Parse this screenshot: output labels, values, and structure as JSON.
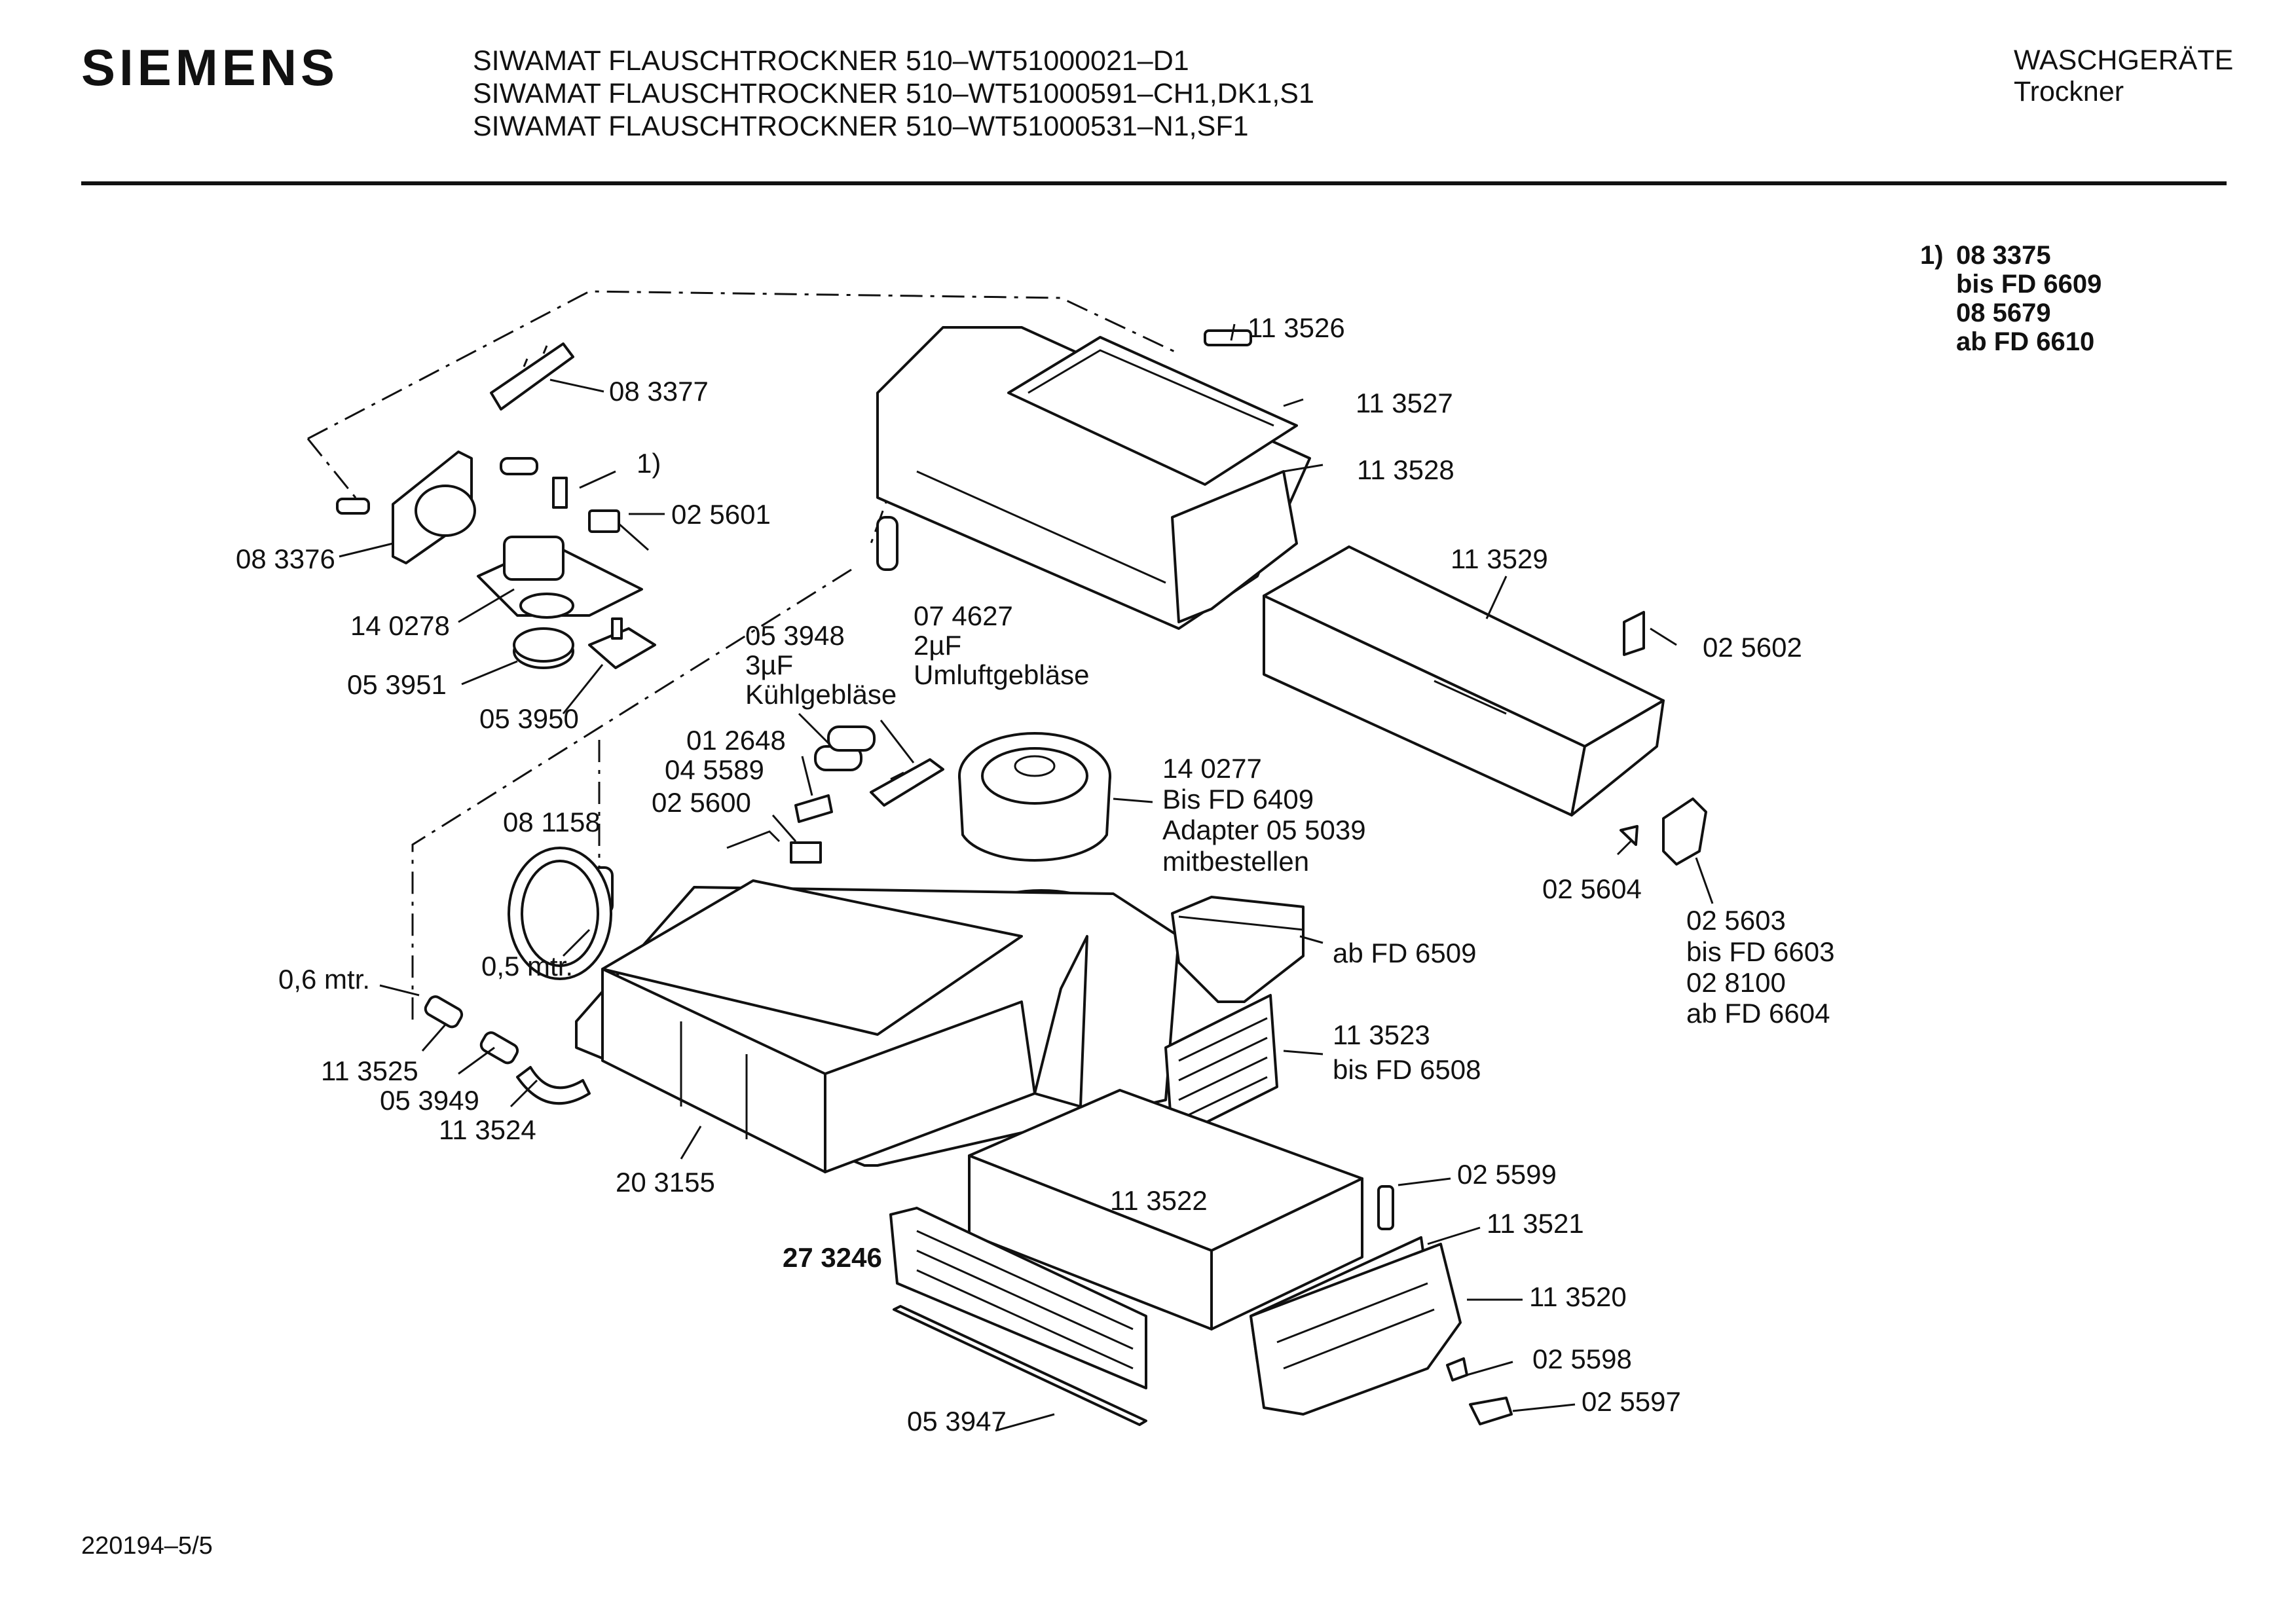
{
  "header": {
    "brand": "SIEMENS",
    "title_lines": [
      "SIWAMAT FLAUSCHTROCKNER 510–WT51000021–D1",
      "SIWAMAT FLAUSCHTROCKNER 510–WT51000591–CH1,DK1,S1",
      "SIWAMAT FLAUSCHTROCKNER 510–WT51000531–N1,SF1"
    ],
    "category": "WASCHGERÄTE",
    "subcategory": "Trockner"
  },
  "footnote": {
    "mark": "1)",
    "lines": [
      "08 3375",
      "bis FD 6609",
      "08 5679",
      "ab FD 6610"
    ]
  },
  "doc_id": "220194–5/5",
  "labels": {
    "p083377": "08 3377",
    "p083376": "08 3376",
    "note1": "1)",
    "p025601": "02 5601",
    "p140278": "14 0278",
    "p053951": "05 3951",
    "p053950": "05 3950",
    "p053948": "05 3948",
    "c3uf": "3µF",
    "kuehl": "Kühlgebläse",
    "p074627": "07 4627",
    "c2uf": "2µF",
    "umluft": "Umluftgebläse",
    "p012648": "01 2648",
    "p045589": "04 5589",
    "p025600": "02 5600",
    "p081158": "08 1158",
    "m06": "0,6 mtr.",
    "m05": "0,5 mtr.",
    "p113525": "11 3525",
    "p053949": "05 3949",
    "p113524": "11 3524",
    "p203155": "20 3155",
    "p113526": "11 3526",
    "p113527": "11 3527",
    "p113528": "11 3528",
    "p113529": "11 3529",
    "p025602": "02 5602",
    "p140277": "14 0277",
    "bisfd6409": "Bis FD 6409",
    "adapter": "Adapter 05 5039",
    "mitbestellen": "mitbestellen",
    "abfd6509": "ab FD 6509",
    "p113523": "11 3523",
    "bisfd6508": "bis FD 6508",
    "p025604": "02 5604",
    "p025603": "02 5603",
    "bisfd6603": "bis FD 6603",
    "p028100": "02 8100",
    "abfd6604": "ab FD 6604",
    "p113522": "11 3522",
    "p025599": "02 5599",
    "p113521": "11 3521",
    "p273246": "27 3246",
    "p113520": "11 3520",
    "p025598": "02 5598",
    "p025597": "02 5597",
    "p053947": "05 3947"
  }
}
